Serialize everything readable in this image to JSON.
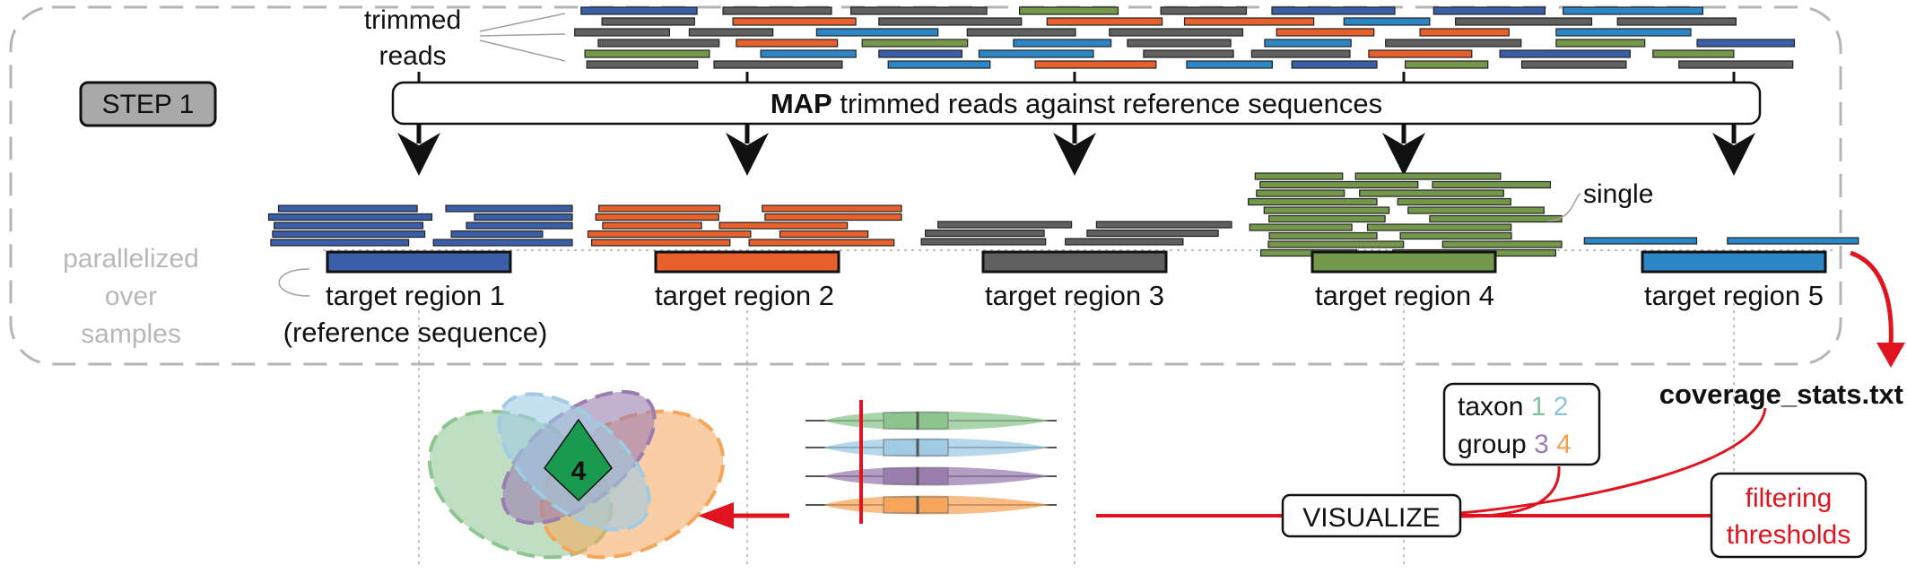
{
  "labels": {
    "trimmed_reads_line1": "trimmed",
    "trimmed_reads_line2": "reads",
    "step": "STEP 1",
    "map_bold": "MAP",
    "map_rest": " trimmed reads against reference sequences",
    "parallel_line1": "parallelized",
    "parallel_line2": "over",
    "parallel_line3": "samples",
    "single": "single",
    "coverage_file": "coverage_stats.txt",
    "visualize": "VISUALIZE",
    "filter_line1": "filtering",
    "filter_line2": "thresholds",
    "taxon_word": "taxon",
    "taxon_n1": "1",
    "taxon_n2": "2",
    "group_word": "group",
    "group_n3": "3",
    "group_n4": "4",
    "venn_center": "4"
  },
  "regions": [
    {
      "line1": "target region 1",
      "line2": "(reference sequence)",
      "color": "#3a5ea8"
    },
    {
      "line1": "target region 2",
      "line2": "",
      "color": "#e8612c"
    },
    {
      "line1": "target region 3",
      "line2": "",
      "color": "#606060"
    },
    {
      "line1": "target region 4",
      "line2": "",
      "color": "#73984a"
    },
    {
      "line1": "target region 5",
      "line2": "",
      "color": "#2b86c5"
    }
  ],
  "colors": {
    "accent_red": "#e0141f",
    "dashed_border": "#b5b5b5",
    "muted_text": "#b8b8b8",
    "step_fill": "#a9a9a9",
    "venn_green": "#8dc58f",
    "venn_blue": "#9fcbe3",
    "venn_purple": "#9b7db0",
    "venn_orange": "#f5a65b",
    "venn_center": "#1a9a4e",
    "taxon_1": "#7dc49a",
    "taxon_2": "#8ac3e0",
    "group_3": "#9a7bb3",
    "group_4": "#f2a14e"
  },
  "icons": {
    "arrows": "down-arrow-icon",
    "curved_arrow": "curved-arrow-icon",
    "left_arrow": "left-arrow-icon"
  }
}
